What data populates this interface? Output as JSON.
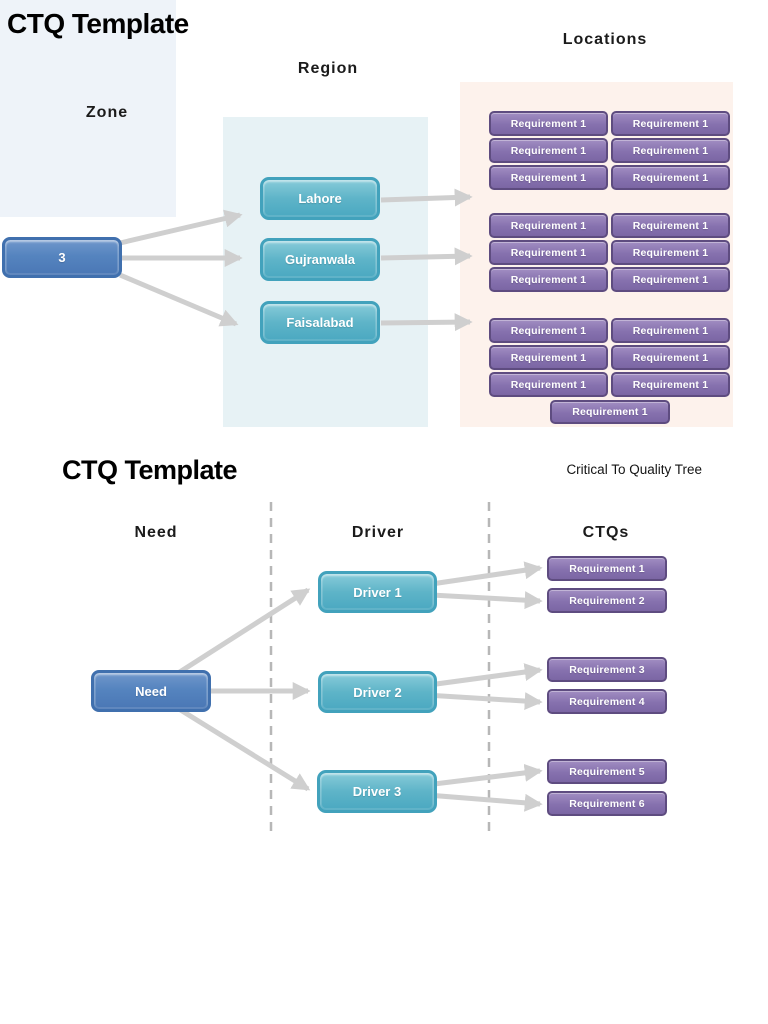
{
  "top": {
    "title": "CTQ Template",
    "headers": {
      "zone": "Zone",
      "region": "Region",
      "locations": "Locations"
    },
    "zone_node": "3",
    "regions": [
      {
        "label": "Lahore"
      },
      {
        "label": "Gujranwala"
      },
      {
        "label": "Faisalabad"
      }
    ],
    "groups": [
      {
        "cells": [
          "Requirement 1",
          "Requirement 1",
          "Requirement 1",
          "Requirement 1",
          "Requirement 1",
          "Requirement 1"
        ]
      },
      {
        "cells": [
          "Requirement 1",
          "Requirement 1",
          "Requirement 1",
          "Requirement 1",
          "Requirement 1",
          "Requirement 1"
        ]
      },
      {
        "cells": [
          "Requirement 1",
          "Requirement 1",
          "Requirement 1",
          "Requirement 1",
          "Requirement 1",
          "Requirement 1"
        ]
      }
    ],
    "extra_cell": "Requirement 1"
  },
  "bottom": {
    "title": "CTQ Template",
    "subtitle": "Critical To Quality Tree",
    "headers": {
      "need": "Need",
      "driver": "Driver",
      "ctqs": "CTQs"
    },
    "need_node": "Need",
    "drivers": [
      {
        "label": "Driver 1"
      },
      {
        "label": "Driver 2"
      },
      {
        "label": "Driver 3"
      }
    ],
    "ctqs": [
      {
        "label": "Requirement 1"
      },
      {
        "label": "Requirement 2"
      },
      {
        "label": "Requirement 3"
      },
      {
        "label": "Requirement 4"
      },
      {
        "label": "Requirement 5"
      },
      {
        "label": "Requirement 6"
      }
    ]
  },
  "colors": {
    "purple_node": "#7b66a4",
    "teal_node": "#4aa8c1",
    "blue_node": "#4a77b5",
    "zone_panel": "#eef3f9",
    "region_panel": "#e7f2f5",
    "locations_panel": "#fdf2ec",
    "arrow": "#cfcfcf",
    "dashed_divider": "#b7b7b7"
  }
}
